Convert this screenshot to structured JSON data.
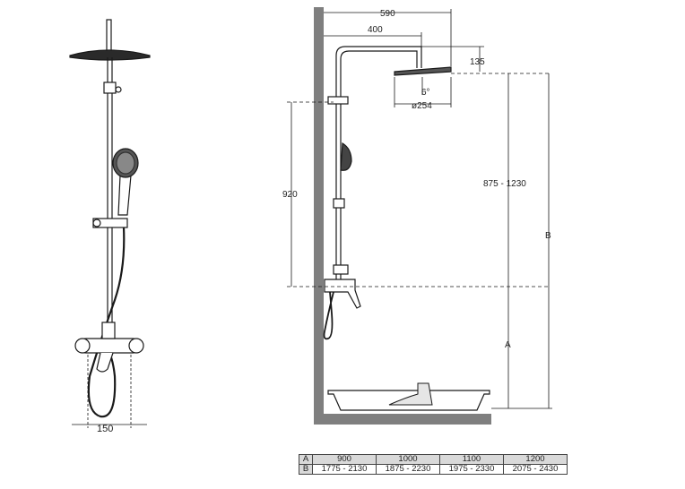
{
  "front_view": {
    "width_label": "150"
  },
  "side_view": {
    "dim_590": "590",
    "dim_400": "400",
    "dim_135": "135",
    "dim_angle": "6°",
    "dim_head_diameter": "ø254",
    "dim_920": "920",
    "dim_875_1230": "875 - 1230",
    "dim_B": "B",
    "dim_A": "A"
  },
  "dimension_table": {
    "rows": [
      {
        "label": "A",
        "values": [
          "900",
          "1000",
          "1100",
          "1200"
        ]
      },
      {
        "label": "B",
        "values": [
          "1775 - 2130",
          "1875 - 2230",
          "1975 - 2330",
          "2075 - 2430"
        ]
      }
    ]
  },
  "colors": {
    "line": "#1a1a1a",
    "wall": "#7f7f7f",
    "table_shade": "#d9d9d9"
  }
}
